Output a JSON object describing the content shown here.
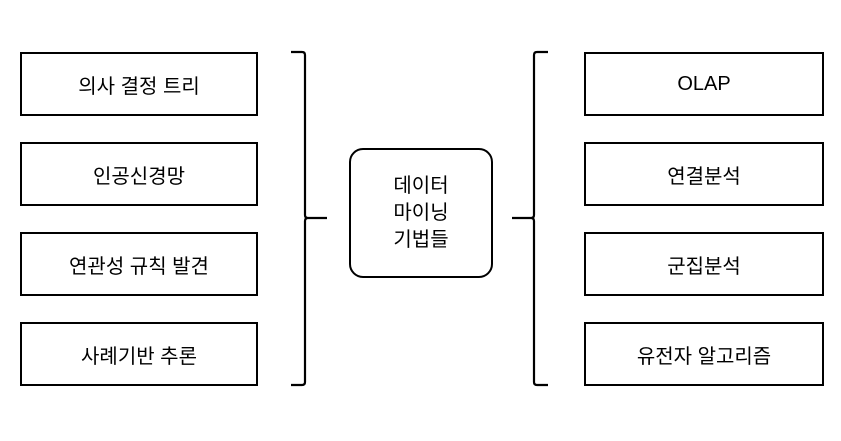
{
  "diagram": {
    "title_hint": "data-mining-techniques-diagram",
    "center": {
      "lines": [
        "데이터",
        "마이닝",
        "기법들"
      ]
    },
    "left": {
      "items": [
        {
          "label": "의사 결정 트리"
        },
        {
          "label": "인공신경망"
        },
        {
          "label": "연관성 규칙 발견"
        },
        {
          "label": "사례기반 추론"
        }
      ]
    },
    "right": {
      "items": [
        {
          "label": "OLAP"
        },
        {
          "label": "연결분석"
        },
        {
          "label": "군집분석"
        },
        {
          "label": "유전자 알고리즘"
        }
      ]
    },
    "colors": {
      "line": "#000000",
      "background": "#ffffff",
      "box_fill": "#ffffff"
    }
  }
}
